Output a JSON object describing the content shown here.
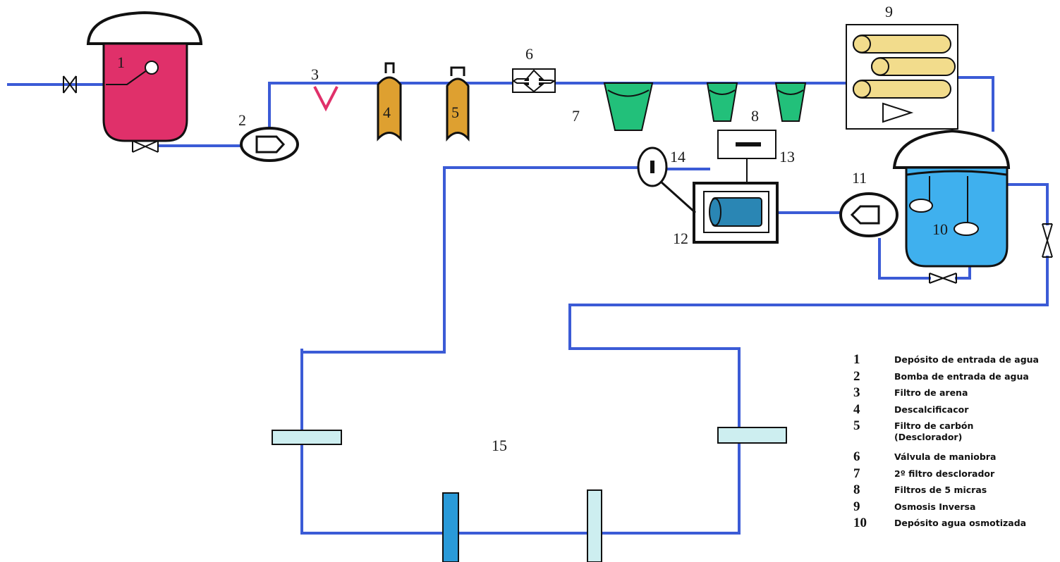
{
  "labels": {
    "n1": "1",
    "n2": "2",
    "n3": "3",
    "n4": "4",
    "n5": "5",
    "n6": "6",
    "n7": "7",
    "n8": "8",
    "n9": "9",
    "n10": "10",
    "n11": "11",
    "n12": "12",
    "n13": "13",
    "n14": "14",
    "n15": "15"
  },
  "legend": [
    {
      "num": "1",
      "text": "Depósito de entrada de agua"
    },
    {
      "num": "2",
      "text": "Bomba de entrada de agua"
    },
    {
      "num": "3",
      "text": "Filtro de arena"
    },
    {
      "num": "4",
      "text": "Descalcificacor"
    },
    {
      "num": "5",
      "text": "Filtro de carbón",
      "text2": "(Desclorador)"
    },
    {
      "num": "6",
      "text": "Válvula de maniobra"
    },
    {
      "num": "7",
      "text": "2º filtro desclorador"
    },
    {
      "num": "8",
      "text": "Filtros de 5 micras"
    },
    {
      "num": "9",
      "text": "Osmosis Inversa"
    },
    {
      "num": "10",
      "text": "Depósito agua osmotizada"
    }
  ],
  "colors": {
    "pipe": "#3b5bd6",
    "inlet_tank": "#e0306a",
    "softener": "#dea030",
    "carbon_filter": "#22c07a",
    "product_tank": "#3fb0ee",
    "dialysis_unit": "#cdeef0"
  }
}
